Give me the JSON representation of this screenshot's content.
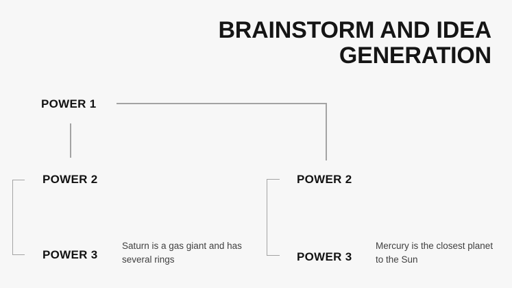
{
  "title": {
    "line1": "BRAINSTORM AND IDEA",
    "line2": "GENERATION"
  },
  "tree": {
    "root": {
      "label": "POWER 1"
    },
    "left_branch": {
      "power2_label": "POWER 2",
      "power3_label": "POWER 3",
      "description": "Saturn is a gas giant and has several rings"
    },
    "right_branch": {
      "power2_label": "POWER 2",
      "power3_label": "POWER 3",
      "description": "Mercury is the closest planet to the Sun"
    }
  },
  "colors": {
    "background": "#f7f7f7",
    "heading_text": "#151515",
    "node_text": "#121212",
    "description_text": "#3f3f3f",
    "connector_line": "#a3a3a3"
  }
}
